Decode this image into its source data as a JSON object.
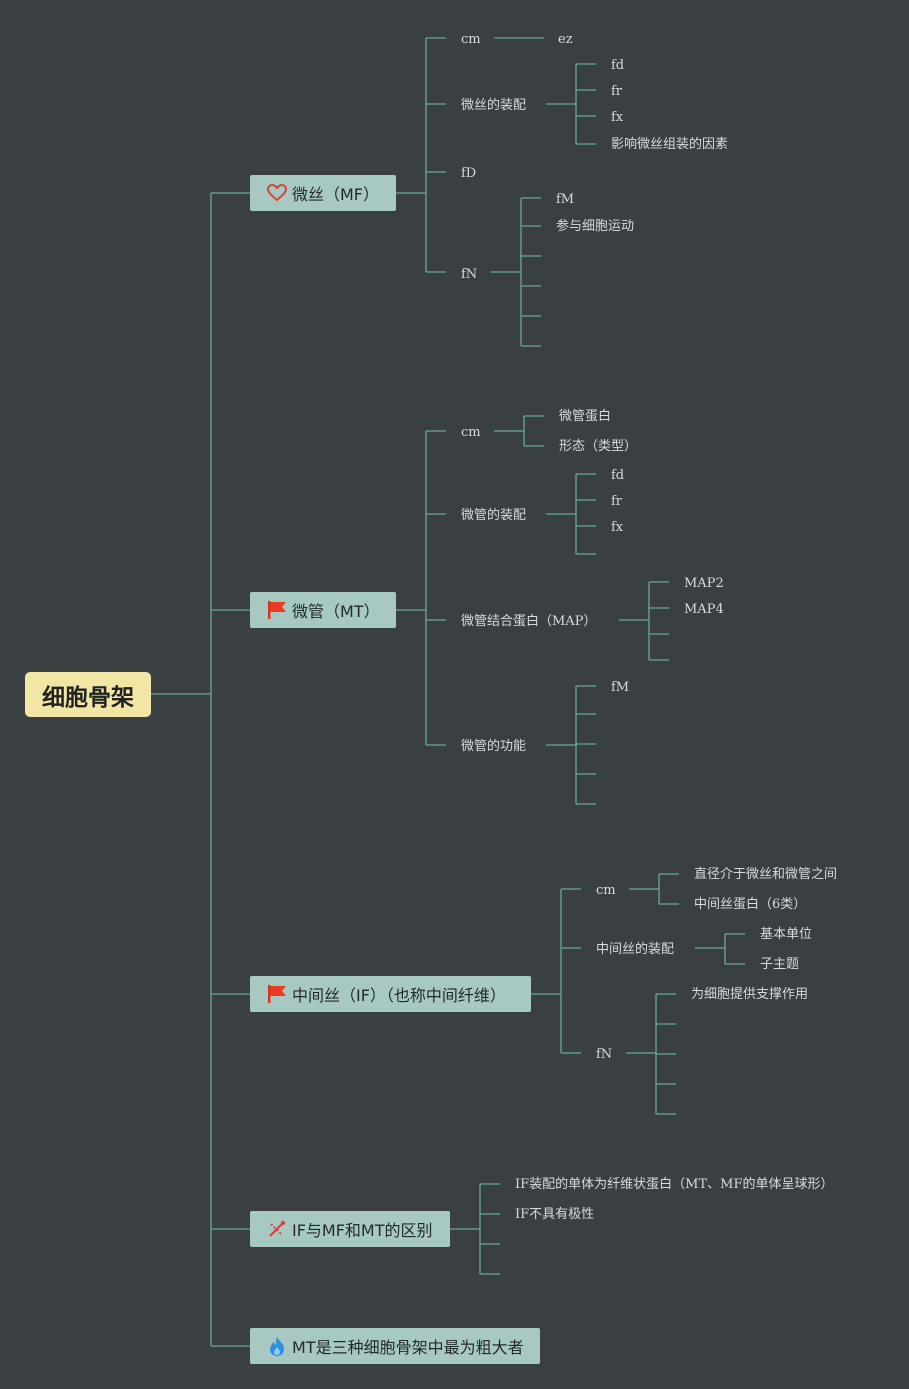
{
  "root": "细胞骨架",
  "colors": {
    "line": "#6aa89b",
    "background": "#3a3f42",
    "root_fill": "#f1e6a4",
    "node_fill": "#a8c9c2"
  },
  "branches": {
    "mf": {
      "title": "微丝（MF）",
      "icon": "heart-icon",
      "items": {
        "cm": "cm",
        "ez": "ez",
        "assembly": "微丝的装配",
        "fd": "fd",
        "fr": "fr",
        "fx": "fx",
        "factors": "影响微丝组装的因素",
        "fD": "fD",
        "fN": "fN",
        "fM": "fM",
        "motion": "参与细胞运动"
      }
    },
    "mt": {
      "title": "微管（MT）",
      "icon": "red-flag-icon",
      "items": {
        "cm": "cm",
        "tubulin": "微管蛋白",
        "form": "形态（类型）",
        "assembly": "微管的装配",
        "fd": "fd",
        "fr": "fr",
        "fx": "fx",
        "map": "微管结合蛋白（MAP）",
        "map2": "MAP2",
        "map4": "MAP4",
        "function": "微管的功能",
        "fM": "fM"
      }
    },
    "if": {
      "title": "中间丝（IF）（也称中间纤维）",
      "icon": "red-flag-icon",
      "items": {
        "cm": "cm",
        "diameter": "直径介于微丝和微管之间",
        "protein": "中间丝蛋白（6类）",
        "assembly": "中间丝的装配",
        "unit": "基本单位",
        "subtopic": "子主题",
        "fN": "fN",
        "support": "为细胞提供支撑作用"
      }
    },
    "diff": {
      "title": "IF与MF和MT的区别",
      "icon": "tools-icon",
      "items": {
        "monomer": "IF装配的单体为纤维状蛋白（MT、MF的单体呈球形）",
        "polarity": "IF不具有极性"
      }
    },
    "thickest": {
      "title": "MT是三种细胞骨架中最为粗大者",
      "icon": "fire-icon"
    }
  }
}
